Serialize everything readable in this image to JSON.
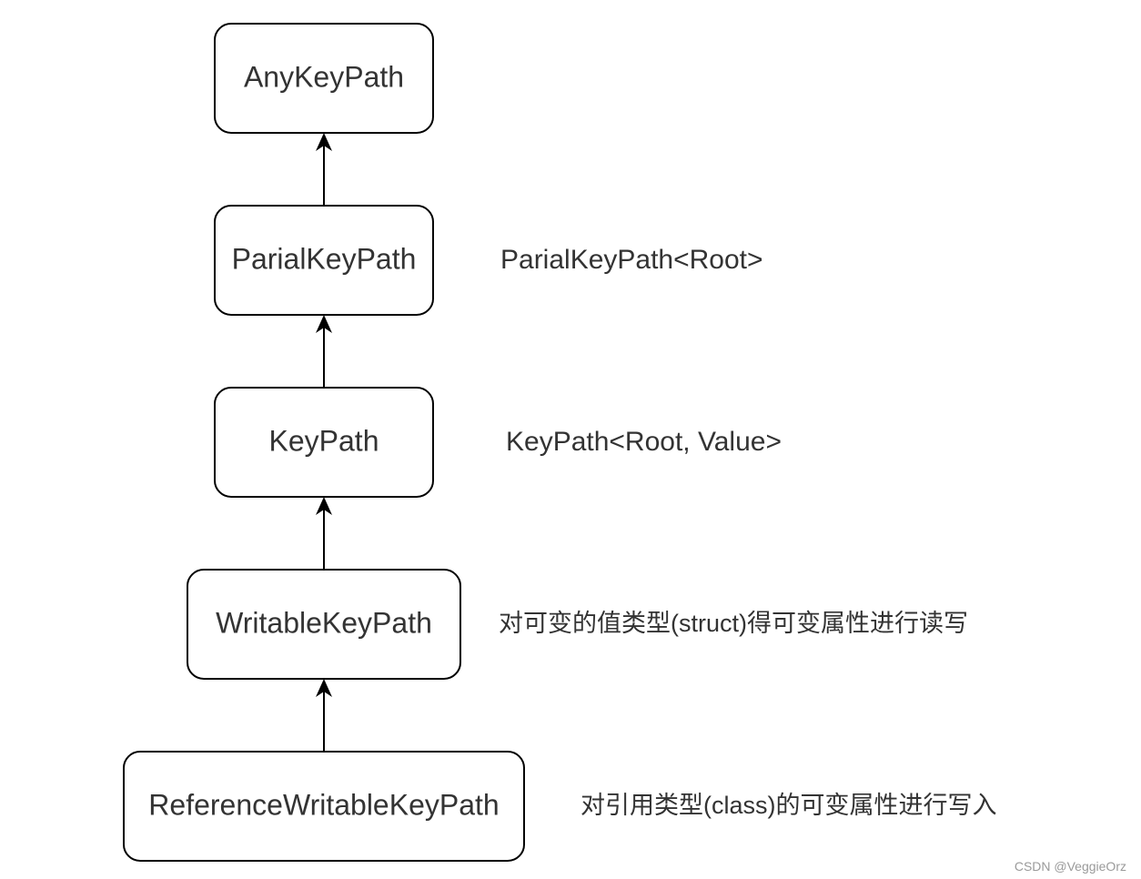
{
  "nodes": {
    "anykeypath": "AnyKeyPath",
    "partialkeypath": "ParialKeyPath",
    "keypath": "KeyPath",
    "writablekeypath": "WritableKeyPath",
    "referencewritablekeypath": "ReferenceWritableKeyPath"
  },
  "annotations": {
    "partialkeypath": "ParialKeyPath<Root>",
    "keypath": "KeyPath<Root, Value>",
    "writablekeypath": "对可变的值类型(struct)得可变属性进行读写",
    "referencewritablekeypath": "对引用类型(class)的可变属性进行写入"
  },
  "edges": [
    {
      "from": "partialkeypath",
      "to": "anykeypath"
    },
    {
      "from": "keypath",
      "to": "partialkeypath"
    },
    {
      "from": "writablekeypath",
      "to": "keypath"
    },
    {
      "from": "referencewritablekeypath",
      "to": "writablekeypath"
    }
  ],
  "watermark": "CSDN @VeggieOrz",
  "colors": {
    "stroke": "#000000",
    "text": "#333333",
    "background": "#ffffff"
  }
}
